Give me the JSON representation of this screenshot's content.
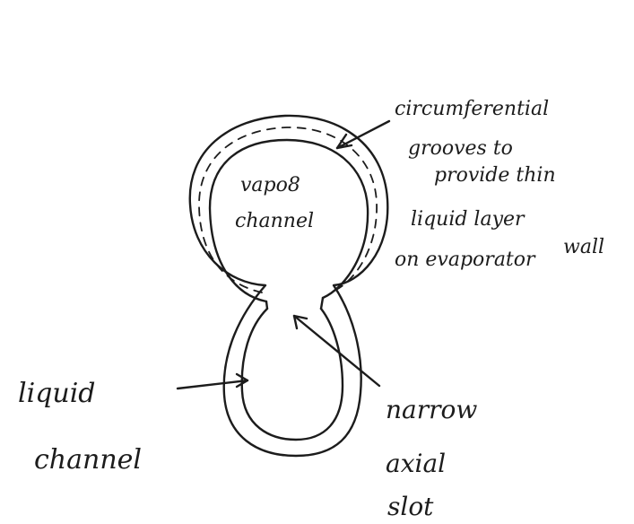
{
  "diagram": {
    "vapor_label": [
      "vapo8",
      "channel"
    ],
    "grooves_note": [
      "circumferential",
      "grooves to",
      "provide thin",
      "liquid layer",
      "on evaporator",
      "wall"
    ],
    "liquid_label": [
      "liquid",
      "channel"
    ],
    "slot_label": [
      "narrow",
      "axial",
      "slot"
    ]
  }
}
